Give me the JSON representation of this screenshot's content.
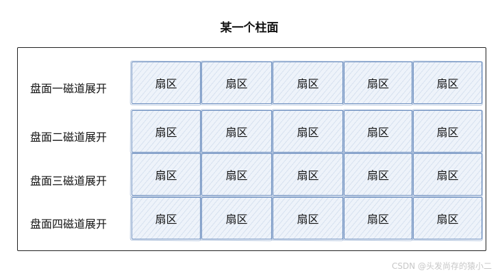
{
  "title": "某一个柱面",
  "rows": [
    {
      "label": "盘面一磁道展开",
      "sectors": [
        "扇区",
        "扇区",
        "扇区",
        "扇区",
        "扇区"
      ]
    },
    {
      "label": "盘面二磁道展开",
      "sectors": [
        "扇区",
        "扇区",
        "扇区",
        "扇区",
        "扇区"
      ]
    },
    {
      "label": "盘面三磁道展开",
      "sectors": [
        "扇区",
        "扇区",
        "扇区",
        "扇区",
        "扇区"
      ]
    },
    {
      "label": "盘面四磁道展开",
      "sectors": [
        "扇区",
        "扇区",
        "扇区",
        "扇区",
        "扇区"
      ]
    }
  ],
  "watermark": "CSDN @头发尚存的猿小二",
  "colors": {
    "sector_stroke": "#6c8ebf",
    "sector_fill": "#eef3fa",
    "outline": "#1e1e1e"
  }
}
